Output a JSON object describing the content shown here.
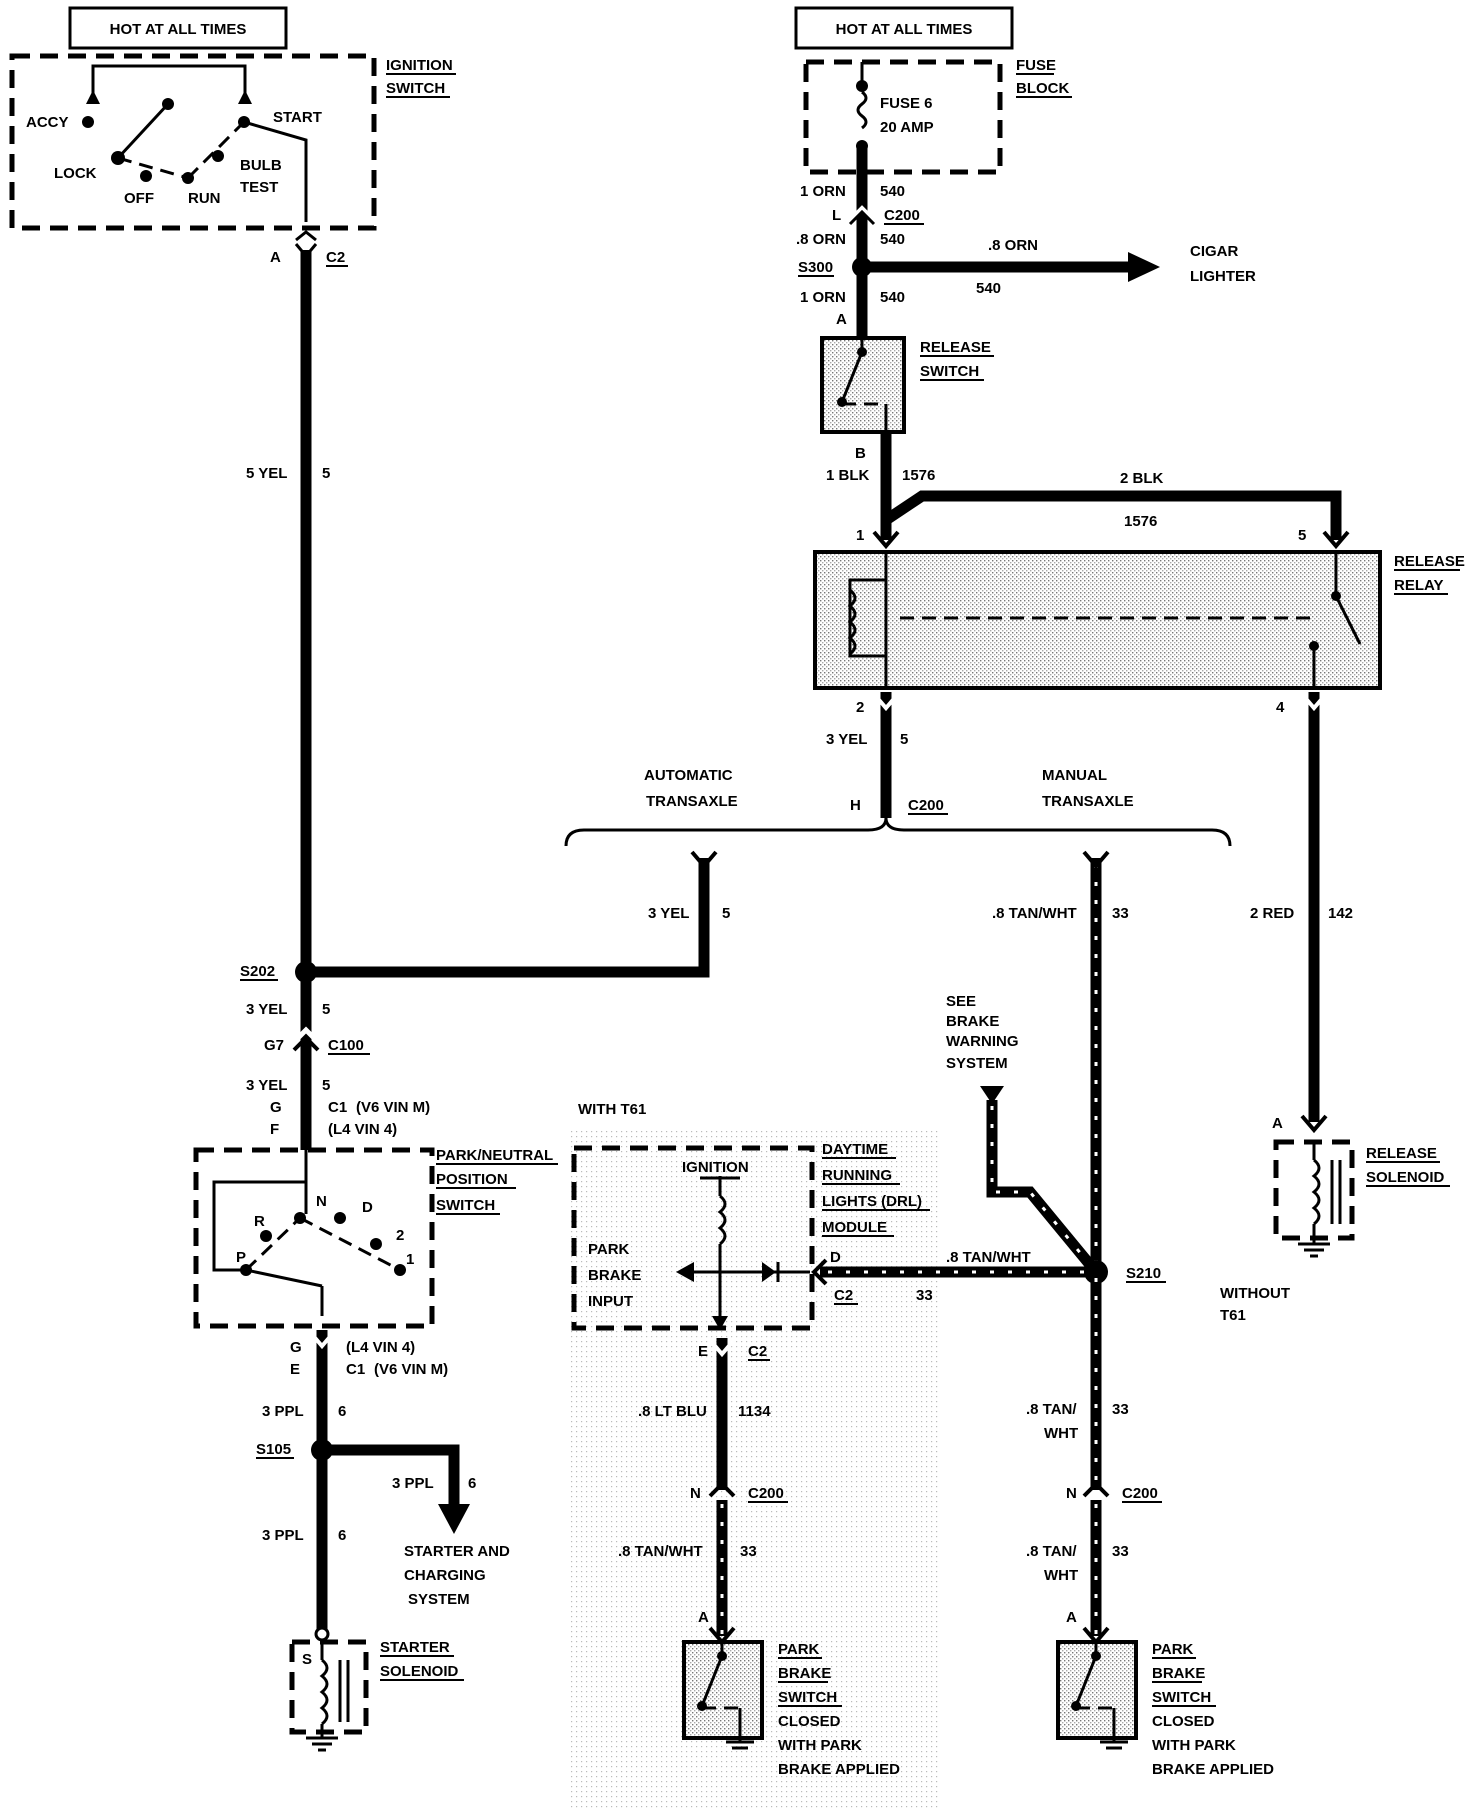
{
  "hot_left": "HOT AT ALL TIMES",
  "hot_right": "HOT AT ALL TIMES",
  "ignition": {
    "title1": "IGNITION",
    "title2": "SWITCH",
    "accy": "ACCY",
    "lock": "LOCK",
    "off": "OFF",
    "run": "RUN",
    "start": "START",
    "bulb": "BULB",
    "test": "TEST",
    "pin": "A",
    "conn": "C2"
  },
  "fuse": {
    "title1": "FUSE",
    "title2": "BLOCK",
    "name": "FUSE 6",
    "rating": "20 AMP"
  },
  "w540": {
    "a_gauge": "1 ORN",
    "a_circuit": "540",
    "c200_pin": "L",
    "c200": "C200",
    "b_gauge": ".8 ORN",
    "b_circuit": "540",
    "splice": "S300",
    "c_gauge": "1 ORN",
    "c_circuit": "540",
    "cig_gauge": ".8 ORN",
    "cig_circuit": "540",
    "cig1": "CIGAR",
    "cig2": "LIGHTER"
  },
  "release_switch": {
    "pin_in": "A",
    "title1": "RELEASE",
    "title2": "SWITCH",
    "pin_out": "B"
  },
  "w1576": {
    "g1": "1 BLK",
    "c1": "1576",
    "g2": "2 BLK",
    "c2": "1576"
  },
  "relay": {
    "title1": "RELEASE",
    "title2": "RELAY",
    "p1": "1",
    "p5": "5",
    "p2": "2",
    "p4": "4"
  },
  "w5_relay": {
    "gauge": "3 YEL",
    "circuit": "5",
    "pin": "H",
    "conn": "C200"
  },
  "auto1": "AUTOMATIC",
  "auto2": "TRANSAXLE",
  "man1": "MANUAL",
  "man2": "TRANSAXLE",
  "w5_left": {
    "gauge": "5 YEL",
    "circuit": "5"
  },
  "w5_auto": {
    "gauge": "3 YEL",
    "circuit": "5"
  },
  "w33_man": {
    "gauge": ".8 TAN/WHT",
    "circuit": "33"
  },
  "w142": {
    "gauge": "2 RED",
    "circuit": "142"
  },
  "s202": "S202",
  "w5_b": {
    "gauge": "3 YEL",
    "circuit": "5",
    "pin": "G7",
    "conn": "C100"
  },
  "w5_c": {
    "gauge": "3 YEL",
    "circuit": "5",
    "pin_g": "G",
    "pin_f": "F",
    "conn1": "C1",
    "note1": "(V6 VIN M)",
    "note2": "(L4 VIN 4)"
  },
  "pnp": {
    "title1": "PARK/NEUTRAL",
    "title2": "POSITION",
    "title3": "SWITCH",
    "n": "N",
    "r": "R",
    "d": "D",
    "p": "P",
    "two": "2",
    "one": "1"
  },
  "pnp_out": {
    "pin_g": "G",
    "pin_e": "E",
    "note1": "(L4 VIN 4)",
    "conn": "C1",
    "note2": "(V6 VIN M)"
  },
  "w6": {
    "gauge": "3 PPL",
    "circuit": "6",
    "splice": "S105",
    "g2": "3 PPL",
    "c2": "6",
    "g3": "3 PPL",
    "c3": "6"
  },
  "starter_sys": {
    "l1": "STARTER AND",
    "l2": "CHARGING",
    "l3": "SYSTEM"
  },
  "starter_sol": {
    "s": "S",
    "title1": "STARTER",
    "title2": "SOLENOID"
  },
  "with_t61": "WITH T61",
  "drl": {
    "t1": "DAYTIME",
    "t2": "RUNNING",
    "t3": "LIGHTS (DRL)",
    "t4": "MODULE",
    "ign": "IGNITION",
    "pb1": "PARK",
    "pb2": "BRAKE",
    "pb3": "INPUT",
    "pin_d": "D",
    "conn": "C2",
    "w_gauge": ".8 TAN/WHT",
    "w_circuit": "33"
  },
  "drl_out": {
    "pin": "E",
    "conn": "C2",
    "gauge": ".8 LT BLU",
    "circuit": "1134"
  },
  "drl_c200": {
    "pin": "N",
    "conn": "C200",
    "gauge": ".8 TAN/WHT",
    "circuit": "33",
    "pin_a": "A"
  },
  "brake_warn": {
    "l1": "SEE",
    "l2": "BRAKE",
    "l3": "WARNING",
    "l4": "SYSTEM"
  },
  "s210": "S210",
  "without_t61": {
    "l1": "WITHOUT",
    "l2": "T61"
  },
  "right33": {
    "g1": ".8 TAN/",
    "g1b": "WHT",
    "c1": "33",
    "pin": "N",
    "conn": "C200",
    "g2": ".8 TAN/",
    "g2b": "WHT",
    "c2": "33",
    "pin_a": "A"
  },
  "release_sol": {
    "pin": "A",
    "title1": "RELEASE",
    "title2": "SOLENOID"
  },
  "pbs": {
    "t1": "PARK",
    "t2": "BRAKE",
    "t3": "SWITCH",
    "c1": "CLOSED",
    "c2": "WITH PARK",
    "c3": "BRAKE APPLIED"
  }
}
